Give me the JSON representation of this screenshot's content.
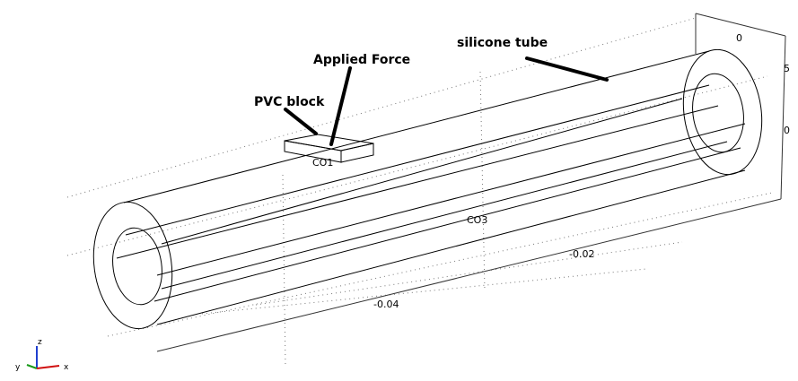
{
  "annotations": {
    "silicone_tube": "silicone tube",
    "applied_force": "Applied Force",
    "pvc_block": "PVC block"
  },
  "domain_labels": {
    "block": "CO1",
    "tube": "CO3"
  },
  "axis_ticks": {
    "x_a": "-0.04",
    "x_b": "-0.02",
    "right_top": "0",
    "right_mid": "5",
    "right_low": "0"
  },
  "triad": {
    "z": "z",
    "y": "y",
    "x": "x",
    "colors": {
      "z": "#1f3fcf",
      "y": "#1a9a1a",
      "x": "#d01010"
    }
  }
}
